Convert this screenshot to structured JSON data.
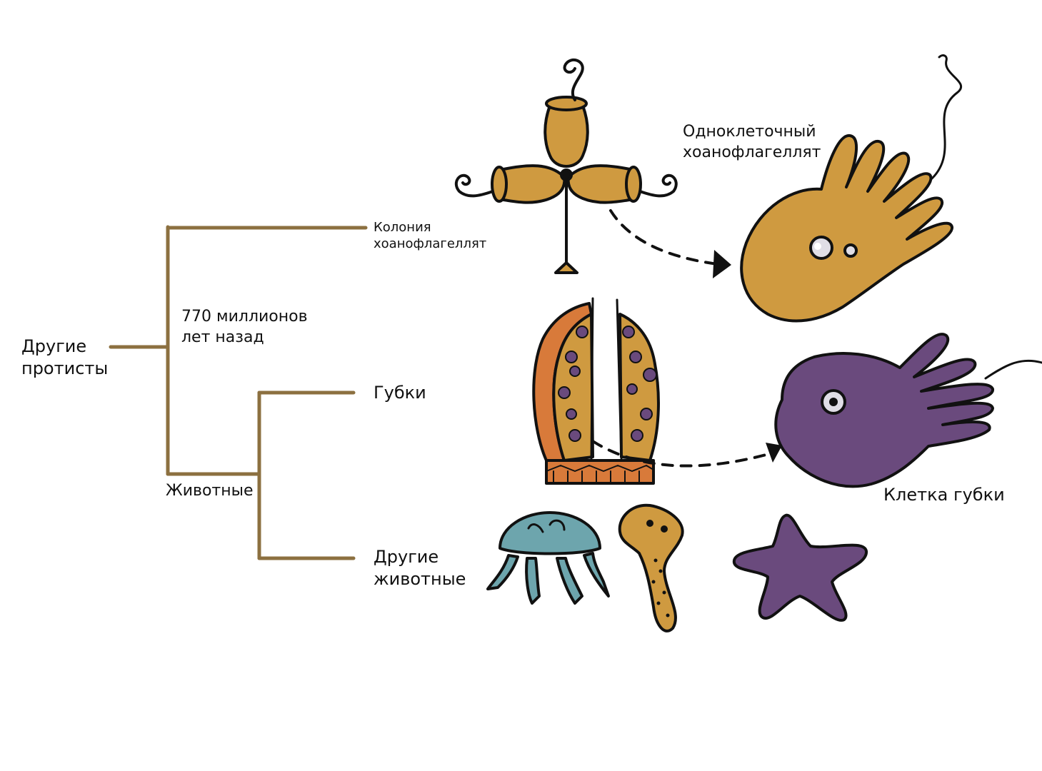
{
  "colors": {
    "branch": "#8c7040",
    "tan": "#cf9a40",
    "purple": "#6a4a7d",
    "teal": "#6da5ad",
    "orange": "#d87a3a",
    "outline": "#111111"
  },
  "tree": {
    "root_label": "Другие\nпротисты",
    "node_label": "770 миллионов\nлет назад",
    "animals_label": "Животные",
    "leaves": {
      "colony": "Колония\nхоанофлагеллят",
      "sponges": "Губки",
      "other_animals": "Другие\nживотные"
    }
  },
  "illustrations": {
    "single_cell_label": "Одноклеточный\nхоанофлагеллят",
    "sponge_cell_label": "Клетка губки"
  }
}
